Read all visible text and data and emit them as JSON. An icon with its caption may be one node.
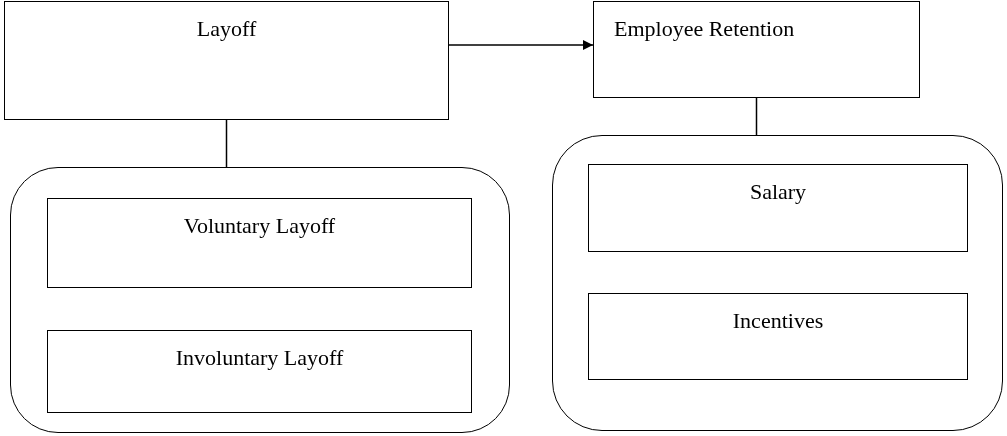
{
  "diagram": {
    "nodes": [
      {
        "text": [
          "Layoff"
        ]
      },
      {
        "text": [
          "Employee Retention"
        ]
      },
      {
        "text": [],
        "shape": "box"
      },
      {
        "text": [
          "Voluntary Layoff"
        ],
        "in": 2
      },
      {
        "text": [
          "Involuntary Layoff"
        ],
        "in": 2
      },
      {
        "text": [],
        "shape": "box"
      },
      {
        "text": [
          "Salary"
        ],
        "in": 5
      },
      {
        "text": [
          "Incentives"
        ],
        "in": 5
      }
    ],
    "edges": [
      {
        "from": 0,
        "to": 1,
        "arrow": "to"
      },
      {
        "from": 0,
        "to": 2,
        "arrow": "none"
      },
      {
        "from": 1,
        "to": 5,
        "arrow": "none"
      }
    ]
  }
}
